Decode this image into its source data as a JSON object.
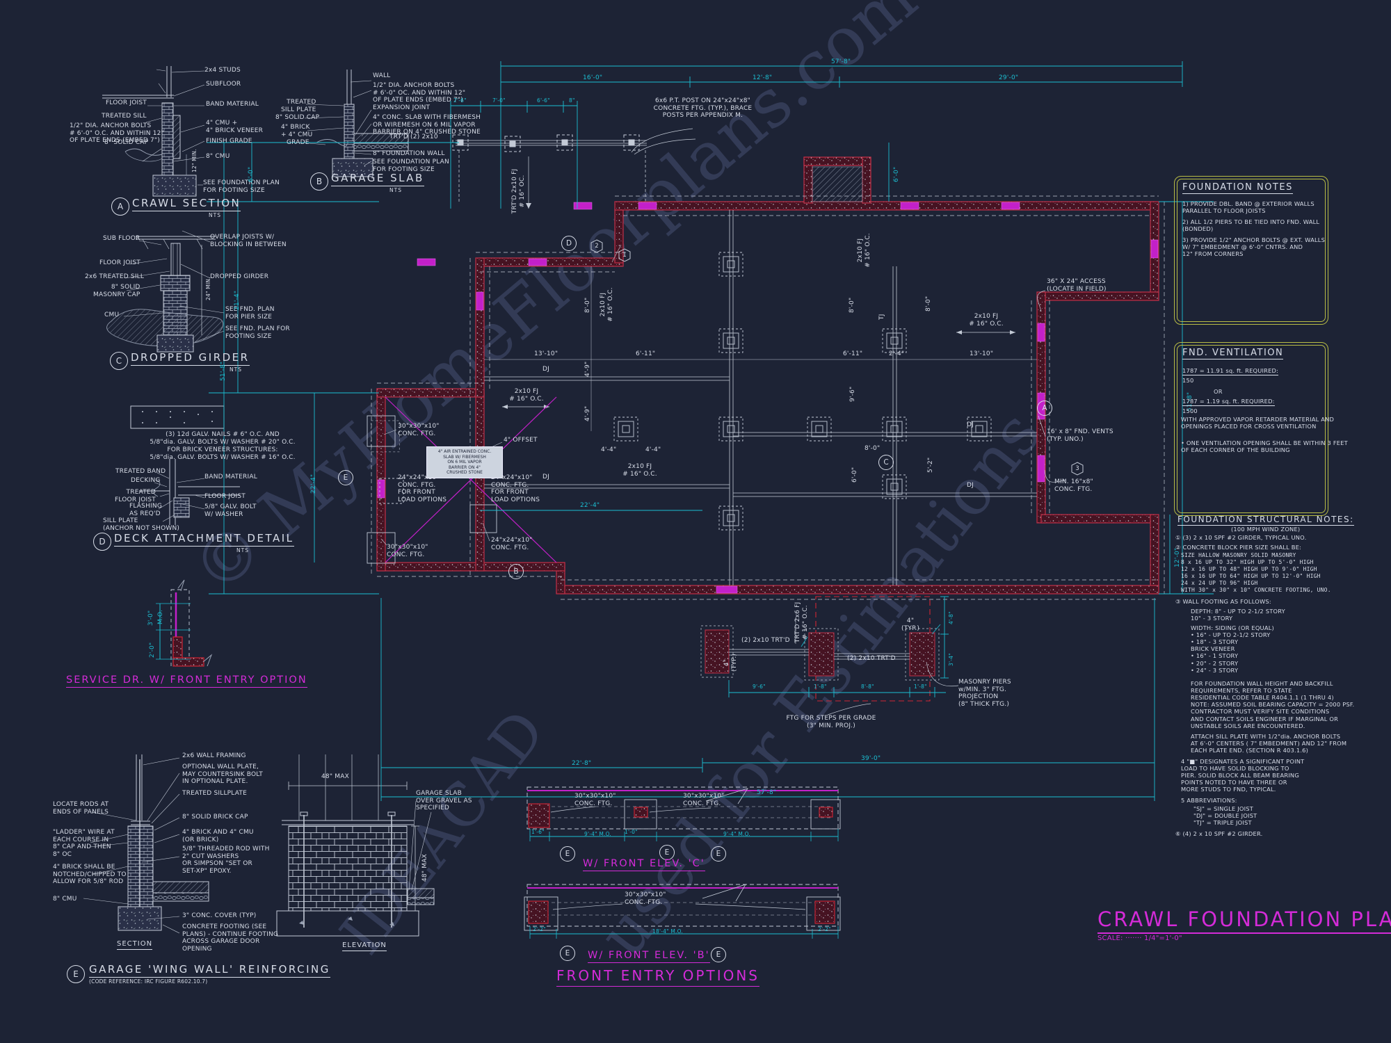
{
  "watermark": {
    "l1": "© MyHomeFloorplans.com",
    "l2": "used for Estimations",
    "l3": "IDEACAD"
  },
  "callout": {
    "a": "A",
    "b": "B",
    "c": "C",
    "d": "D",
    "e": "E",
    "n1": "1",
    "n2": "2",
    "n3": "3"
  },
  "details": {
    "crawl": {
      "letter": "A",
      "title": "CRAWL SECTION",
      "scale": "NTS",
      "studs": "2x4 STUDS",
      "subfloor": "SUBFLOOR",
      "band": "BAND MATERIAL",
      "cmu_veneer": "4\" CMU +\n4\" BRICK VENEER",
      "grade": "FINISH GRADE",
      "cmu8": "8\" CMU",
      "see_fnd": "SEE FOUNDATION PLAN\nFOR FOOTING SIZE",
      "joist": "FLOOR JOIST",
      "sill": "TREATED SILL",
      "anchor": "1/2\" DIA. ANCHOR BOLTS\n# 6'-0\" O.C. AND WITHIN 12\"\nOF PLATE ENDS (EMBED 7\")",
      "cap": "8\" SOLID CAP",
      "min12": "12\" MIN."
    },
    "gslab": {
      "letter": "B",
      "title": "GARAGE SLAB",
      "scale": "NTS",
      "wall": "WALL",
      "anchor": "1/2\" DIA. ANCHOR BOLTS\n# 6'-0\" OC. AND WITHIN 12\"\nOF PLATE ENDS (EMBED 7\")",
      "sill": "TREATED\nSILL PLATE",
      "cap": "8\" SOLID CAP",
      "brick": "4\" BRICK\n+ 4\" CMU",
      "grade": "GRADE",
      "expansion": "EXPANSION JOINT",
      "slab": "4\" CONC. SLAB WITH FIBERMESH\nOR WIREMESH ON 6 MIL VAPOR\nBARRIER ON 4\" CRUSHED STONE",
      "fnd_wall": "8\" FOUNDATION WALL",
      "see_fnd": "SEE FOUNDATION PLAN\nFOR FOOTING SIZE"
    },
    "girder": {
      "letter": "C",
      "title": "DROPPED GIRDER",
      "scale": "NTS",
      "subfloor": "SUB FLOOR",
      "joist": "FLOOR JOIST",
      "sill": "2x6 TREATED SILL",
      "cap": "8\" SOLID\nMASONRY CAP",
      "cmu": "CMU",
      "overlap": "OVERLAP JOISTS W/\nBLOCKING IN BETWEEN",
      "dropped": "DROPPED GIRDER",
      "pier": "SEE FND. PLAN\nFOR PIER SIZE",
      "footing": "SEE FND. PLAN FOR\nFOOTING SIZE",
      "min24": "24\" MIN."
    },
    "deck": {
      "letter": "D",
      "title": "DECK ATTACHMENT DETAIL",
      "scale": "NTS",
      "note1": "(3) 12d GALV. NAILS # 6\" O.C. AND\n5/8\"dia. GALV. BOLTS W/ WASHER # 20\" O.C.",
      "note2": "FOR BRICK VENEER STRUCTURES:\n5/8\"dia. GALV. BOLTS W/ WASHER # 16\" O.C.",
      "tband": "TREATED BAND",
      "decking": "DECKING",
      "tjoist": "TREATED\nFLOOR JOIST",
      "flashing": "FLASHING\nAS REQ'D",
      "sillplate": "SILL PLATE\n(ANCHOR NOT SHOWN)",
      "band": "BAND MATERIAL",
      "joist": "FLOOR JOIST",
      "bolt": "5/8\" GALV. BOLT\nW/ WASHER"
    },
    "service": {
      "title": "SERVICE DR. W/ FRONT ENTRY OPTION",
      "d1": "3'-0\"",
      "mo": "M.O.",
      "d2": "2'-0\""
    },
    "wing": {
      "letter": "E",
      "title": "GARAGE 'WING WALL' REINFORCING",
      "code": "(CODE REFERENCE: IRC FIGURE R602.10.7)",
      "framing": "2x6 WALL FRAMING",
      "plate": "OPTIONAL WALL PLATE,\nMAY COUNTERSINK BOLT\nIN OPTIONAL PLATE.",
      "sill": "TREATED SILLPLATE",
      "rods": "LOCATE RODS AT\nENDS OF PANELS",
      "cap": "8\" SOLID BRICK CAP",
      "ladder": "\"LADDER\" WIRE AT\nEACH COURSE IN\n8\" CAP AND THEN\n8\" OC",
      "brick": "4\" BRICK AND 4\" CMU\n(OR BRICK)",
      "rod": "5/8\" THREADED ROD WITH\n2\" CUT WASHERS\nOR SIMPSON \"SET OR\nSET-XP\" EPOXY.",
      "notch": "4\" BRICK SHALL BE\nNOTCHED/CHIPPED TO\nALLOW FOR 5/8\" ROD",
      "cmu": "8\" CMU",
      "cover": "3\" CONC. COVER (TYP)",
      "footing": "CONCRETE FOOTING (SEE\nPLANS) - CONTINUE FOOTING\nACROSS GARAGE DOOR\nOPENING",
      "section": "SECTION",
      "elevation": "ELEVATION",
      "slab": "GARAGE SLAB\nOVER GRAVEL AS\nSPECIFIED",
      "max1": "48\" MAX",
      "max2": "48\" MAX"
    }
  },
  "plan": {
    "post_note": "6x6 P.T. POST ON 24\"x24\"x8\"\nCONCRETE FTG. (TYP.), BRACE\nPOSTS PER APPENDIX M.",
    "trtd_beam": "TRT'D (2) 2x10",
    "trtd_fj": "TRT'D 2x10 FJ\n# 16\" OC.",
    "fj": "2x10 FJ\n# 16\" O.C.",
    "trtd_2x6": "TRT'D 2x6 FJ\n# 16\" O.C.",
    "dj": "DJ",
    "tj": "TJ",
    "access": "36\" X 24\" ACCESS\n(LOCATE IN FIELD)",
    "min_ftg": "MIN. 16\"x8\"\nCONC. FTG.",
    "vents": "16' x 8\" FND. VENTS\n(TYP. UNO.)",
    "masonry": "MASONRY PIERS\nw/MIN. 3\" FTG.\nPROJECTION\n(8\" THICK FTG.)",
    "steps": "FTG FOR STEPS PER GRADE\n(3\" MIN. PROJ.)",
    "ftg30": "30\"x30\"x10\"\nCONC. FTG.",
    "ftg24": "24\"x24\"x10\"\nCONC. FTG.",
    "ftg24_front": "24\"x24\"x10\"\nCONC. FTG.\nFOR FRONT\nLOAD OPTIONS",
    "offset": "4\" OFFSET",
    "slab_note": "4\" AIR ENTRAINED CONC.\nSLAB W/ FIBERMESH\nON 6 MIL VAPOR\nBARRIER ON 4\"\nCRUSHED STONE",
    "trtd_girder": "(2) 2x10 TRT'D",
    "typ4": "4\"\n(TYP.)",
    "dims": {
      "top": "57'-8\"",
      "t16": "16'-0\"",
      "t12": "12'-8\"",
      "t29": "29'-0\"",
      "s26": "2'-6\"",
      "s70": "7'-0\"",
      "s66": "6'-6\"",
      "s8": "8\"",
      "l60": "6'-0\"",
      "l214": "21'-4\"",
      "l518": "51'-8\"",
      "l224": "22'-4\"",
      "g224": "22'-4\"",
      "r60": "6'-0\"",
      "r518": "51'-8\"",
      "r120": "12'-0\"",
      "b228": "22'-8\"",
      "b390": "39'-0\"",
      "b578": "57'-8\"",
      "i1310": "13'-10\"",
      "i611": "6'-11\"",
      "i24": "2'-4\"",
      "i80": "8'-0\"",
      "i49": "4'-9\"",
      "i96": "9'-6\"",
      "i52": "5'-2\"",
      "i60": "6'-0\"",
      "i44": "4'-4\"",
      "p96": "9'-6\"",
      "p18": "1'-8\"",
      "p88": "8'-8\"",
      "p48": "4'-8\"",
      "p34": "3'-4\""
    }
  },
  "entry": {
    "c_title": "W/ FRONT ELEV. 'C'",
    "b_title": "W/ FRONT ELEV. 'B'",
    "main_title": "FRONT ENTRY OPTIONS",
    "ftg": "30\"x30\"x10\"\nCONC. FTG.",
    "c_d1": "1'-6\"",
    "c_mo": "9'-4\" M.O.",
    "c_d2": "1'-0\"",
    "c_mo2": "9'-4\" M.O.",
    "b_d1": "2'-2\"",
    "b_mo": "18'-4\" M.O.",
    "b_d2": "2'-2\""
  },
  "fnotes": {
    "title": "FOUNDATION NOTES",
    "n1": "1) PROVIDE DBL. BAND @ EXTERIOR WALLS\n    PARALLEL TO FLOOR JOISTS",
    "n2": "2) ALL 1/2 PIERS TO BE TIED INTO FND. WALL\n    (BONDED)",
    "n3": "3) PROVIDE 1/2\" ANCHOR BOLTS @ EXT. WALLS\n    W/ 7\" EMBEDMENT @ 6'-0\" CNTRS. AND\n    12\" FROM CORNERS"
  },
  "vent": {
    "title": "FND. VENTILATION",
    "l1": "1787 = 11.91 sq. ft.  REQUIRED:",
    "l2": "150",
    "or": "OR",
    "l4": "1787 = 1.19 sq. ft.  REQUIRED:",
    "l5": "1500",
    "p": "WITH APPROVED VAPOR RETARDER MATERIAL AND\nOPENINGS PLACED FOR CROSS VENTILATION",
    "b": "• ONE VENTILATION OPENING SHALL BE WITHIN 3 FEET\n   OF EACH CORNER OF THE BUILDING"
  },
  "snotes": {
    "title": "FOUNDATION STRUCTURAL NOTES:",
    "sub": "(100 MPH WIND ZONE)",
    "n1": "① (3) 2 x 10 SPF #2 GIRDER, TYPICAL UNO.",
    "n2": "② CONCRETE BLOCK PIER SIZE SHALL BE:",
    "tbl": "  SIZE     HALLOW MASONRY   SOLID MASONRY\n  8 x 16   UP TO 32\" HIGH   UP TO 5'-0\" HIGH\n  12 x 16  UP TO 48\" HIGH   UP TO 9'-0\" HIGH\n  16 x 16  UP TO 64\" HIGH   UP TO 12'-0\" HIGH\n  24 x 24  UP TO 96\" HIGH\nWITH 30\" x 30\" x 10\" CONCRETE FOOTING, UNO.",
    "n3": "③ WALL FOOTING AS FOLLOWS:",
    "depth": "DEPTH:   8\" - UP TO 2-1/2 STORY\n              10\" - 3 STORY",
    "width": "WIDTH:   SIDING (OR EQUAL)\n              • 16\" - UP TO 2-1/2 STORY\n              • 18\" - 3 STORY\n         BRICK VENEER\n              • 16\" - 1 STORY\n              • 20\" - 2 STORY\n              • 24\" - 3 STORY",
    "p1": "FOR FOUNDATION WALL HEIGHT AND BACKFILL\nREQUIREMENTS, REFER TO STATE\nRESIDENTIAL CODE TABLE R404.1.1 (1 THRU 4)\nNOTE: ASSUMED SOIL BEARING CAPACITY = 2000 PSF.\nCONTRACTOR MUST VERIFY SITE CONDITIONS\nAND CONTACT SOILS ENGINEER IF MARGINAL OR\nUNSTABLE SOILS ARE ENCOUNTERED.",
    "p2": "ATTACH SILL PLATE WITH 1/2\"dia. ANCHOR BOLTS\nAT 6'-0\" CENTERS ( 7\" EMBEDMENT) AND 12\" FROM\nEACH PLATE END. (SECTION R 403.1.6)",
    "n4": "4  \"■\" DESIGNATES A SIGNIFICANT POINT\n    LOAD TO HAVE SOLID BLOCKING TO\n    PIER. SOLID BLOCK ALL BEAM BEARING\n    POINTS NOTED TO HAVE THREE OR\n    MORE STUDS TO FND, TYPICAL.",
    "n5": "5  ABBREVIATIONS:",
    "abbr": "\"SJ\" = SINGLE JOIST\n\"DJ\" = DOUBLE JOIST\n\"TJ\" = TRIPLE JOIST",
    "n6": "⑥ (4) 2 x 10 SPF #2 GIRDER."
  },
  "title_block": {
    "title": "CRAWL FOUNDATION PLAN",
    "scale": "SCALE: ·······  1/4\"=1'-0\""
  }
}
